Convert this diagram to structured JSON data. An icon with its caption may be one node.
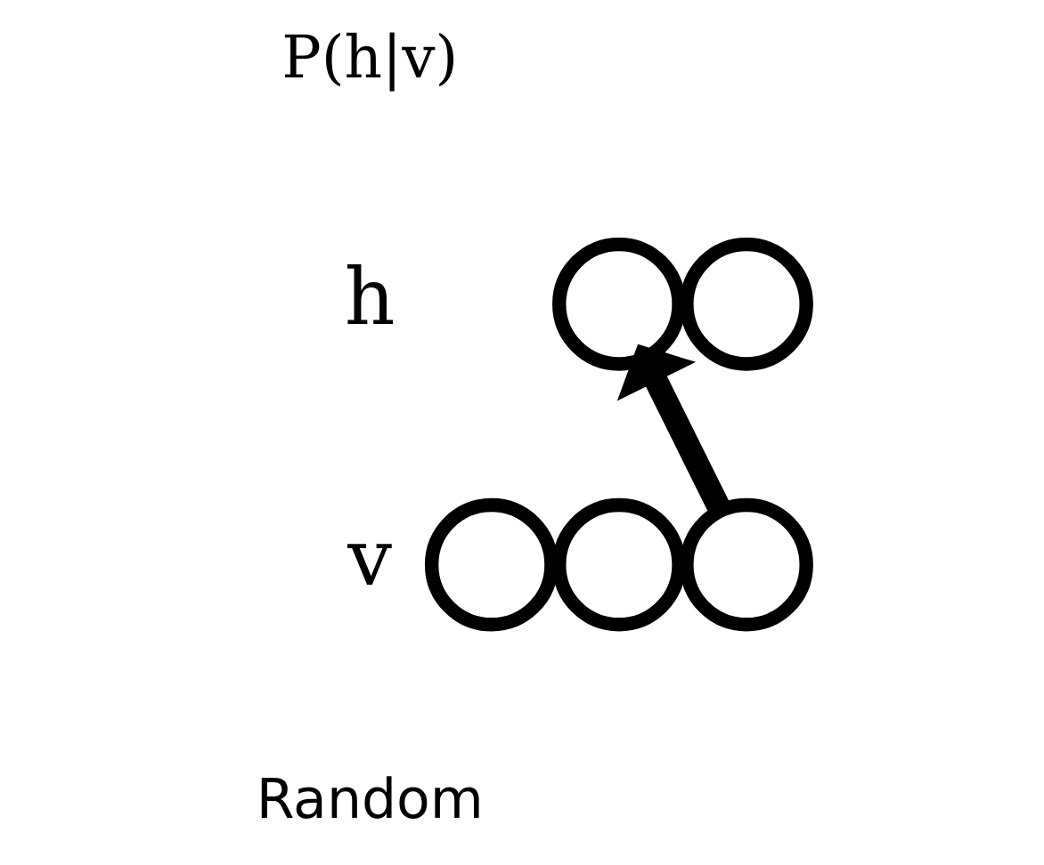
{
  "diagram": {
    "nodes": [
      {
        "text": [],
        "shape": "circle"
      },
      {
        "text": [],
        "shape": "circle"
      },
      {
        "text": [],
        "shape": "circle"
      },
      {
        "text": [],
        "shape": "circle"
      },
      {
        "text": [],
        "shape": "circle"
      }
    ],
    "edges": [
      {
        "from": 4,
        "to": 0,
        "arrow": "to"
      }
    ],
    "labels": [
      "P(h|v)",
      "h",
      "v",
      "Random"
    ]
  }
}
